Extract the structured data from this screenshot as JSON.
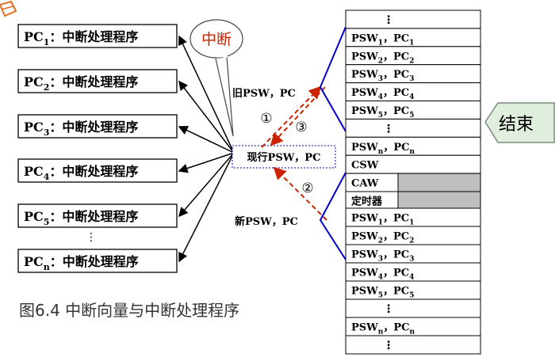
{
  "handlers": [
    {
      "base": "PC",
      "sub": "1",
      "text": "：中断处理程序"
    },
    {
      "base": "PC",
      "sub": "2",
      "text": "：中断处理程序"
    },
    {
      "base": "PC",
      "sub": "3",
      "text": "：中断处理程序"
    },
    {
      "base": "PC",
      "sub": "4",
      "text": "：中断处理程序"
    },
    {
      "base": "PC",
      "sub": "5",
      "text": "：中断处理程序"
    },
    {
      "base": "PC",
      "sub": "n",
      "text": "：中断处理程序"
    }
  ],
  "handler_ellipsis": "⋮",
  "interrupt_label": "中断",
  "old_psw_label": "旧PSW，PC",
  "current_psw_label": "现行PSW，PC",
  "new_psw_label": "新PSW，PC",
  "step_markers": [
    "①",
    "②",
    "③"
  ],
  "end_label": "结束",
  "caption": "图6.4  中断向量与中断处理程序",
  "memory_top": [
    {
      "kind": "dots",
      "text": "⋮"
    },
    {
      "kind": "pair",
      "psw_sub": "1",
      "pc_sub": "1"
    },
    {
      "kind": "pair",
      "psw_sub": "2",
      "pc_sub": "2"
    },
    {
      "kind": "pair",
      "psw_sub": "3",
      "pc_sub": "3"
    },
    {
      "kind": "pair",
      "psw_sub": "4",
      "pc_sub": "4"
    },
    {
      "kind": "pair",
      "psw_sub": "5",
      "pc_sub": "5"
    },
    {
      "kind": "dots",
      "text": "⋮"
    },
    {
      "kind": "pair",
      "psw_sub": "n",
      "pc_sub": "n"
    },
    {
      "kind": "text",
      "text": "CSW"
    },
    {
      "kind": "shaded",
      "text": "CAW"
    },
    {
      "kind": "shaded",
      "text": "定时器"
    }
  ],
  "memory_bottom": [
    {
      "kind": "pair",
      "psw_sub": "1",
      "pc_sub": "1"
    },
    {
      "kind": "pair",
      "psw_sub": "2",
      "pc_sub": "2"
    },
    {
      "kind": "pair",
      "psw_sub": "3",
      "pc_sub": "3"
    },
    {
      "kind": "pair",
      "psw_sub": "4",
      "pc_sub": "4"
    },
    {
      "kind": "pair",
      "psw_sub": "5",
      "pc_sub": "5"
    },
    {
      "kind": "dots",
      "text": "⋮"
    },
    {
      "kind": "pair",
      "psw_sub": "n",
      "pc_sub": "n"
    },
    {
      "kind": "dots",
      "text": "⋮"
    }
  ],
  "psw_text": "PSW",
  "pc_text": "PC",
  "pair_sep": "，",
  "colors": {
    "blue": "#0000cc",
    "red": "#cc2200",
    "orange": "#d2691e",
    "shade": "#bfbfbf"
  }
}
